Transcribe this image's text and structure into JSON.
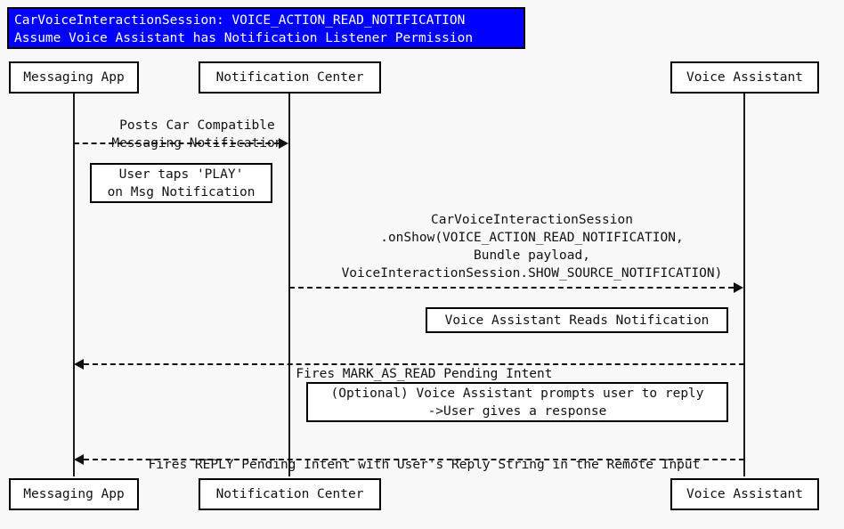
{
  "diagram": {
    "kind": "sequence-diagram",
    "background_color": "#f8f8f8",
    "line_color": "#111111",
    "title_banner": {
      "background_color": "#0000ff",
      "text_color": "#ffffff",
      "line1": "CarVoiceInteractionSession: VOICE_ACTION_READ_NOTIFICATION",
      "line2": "Assume Voice Assistant has Notification Listener Permission"
    },
    "participants": [
      {
        "id": "messaging-app",
        "label": "Messaging App"
      },
      {
        "id": "notification-center",
        "label": "Notification Center"
      },
      {
        "id": "voice-assistant",
        "label": "Voice Assistant"
      }
    ],
    "messages": [
      {
        "id": "posts-notification",
        "from": "messaging-app",
        "to": "notification-center",
        "direction": "right",
        "style": "dashed",
        "line1": "Posts Car Compatible",
        "line2": "Messaging Notification"
      },
      {
        "id": "on-show",
        "from": "notification-center",
        "to": "voice-assistant",
        "direction": "right",
        "style": "dashed",
        "line1": "CarVoiceInteractionSession",
        "line2": ".onShow(VOICE_ACTION_READ_NOTIFICATION,",
        "line3": "Bundle payload,",
        "line4": "VoiceInteractionSession.SHOW_SOURCE_NOTIFICATION)"
      },
      {
        "id": "mark-as-read",
        "from": "voice-assistant",
        "to": "messaging-app",
        "direction": "left",
        "style": "dashed",
        "line1": "Fires MARK_AS_READ Pending Intent"
      },
      {
        "id": "reply-intent",
        "from": "voice-assistant",
        "to": "messaging-app",
        "direction": "left",
        "style": "dashed",
        "line1": "Fires REPLY Pending Intent with User's Reply String in the Remote Input"
      }
    ],
    "notes": [
      {
        "id": "user-taps-play",
        "line1": "User taps 'PLAY'",
        "line2": "on Msg Notification"
      },
      {
        "id": "assistant-reads",
        "line1": "Voice Assistant Reads Notification"
      },
      {
        "id": "optional-reply-prompt",
        "line1": "(Optional) Voice Assistant prompts user to reply",
        "line2": "->User gives a response"
      }
    ]
  }
}
